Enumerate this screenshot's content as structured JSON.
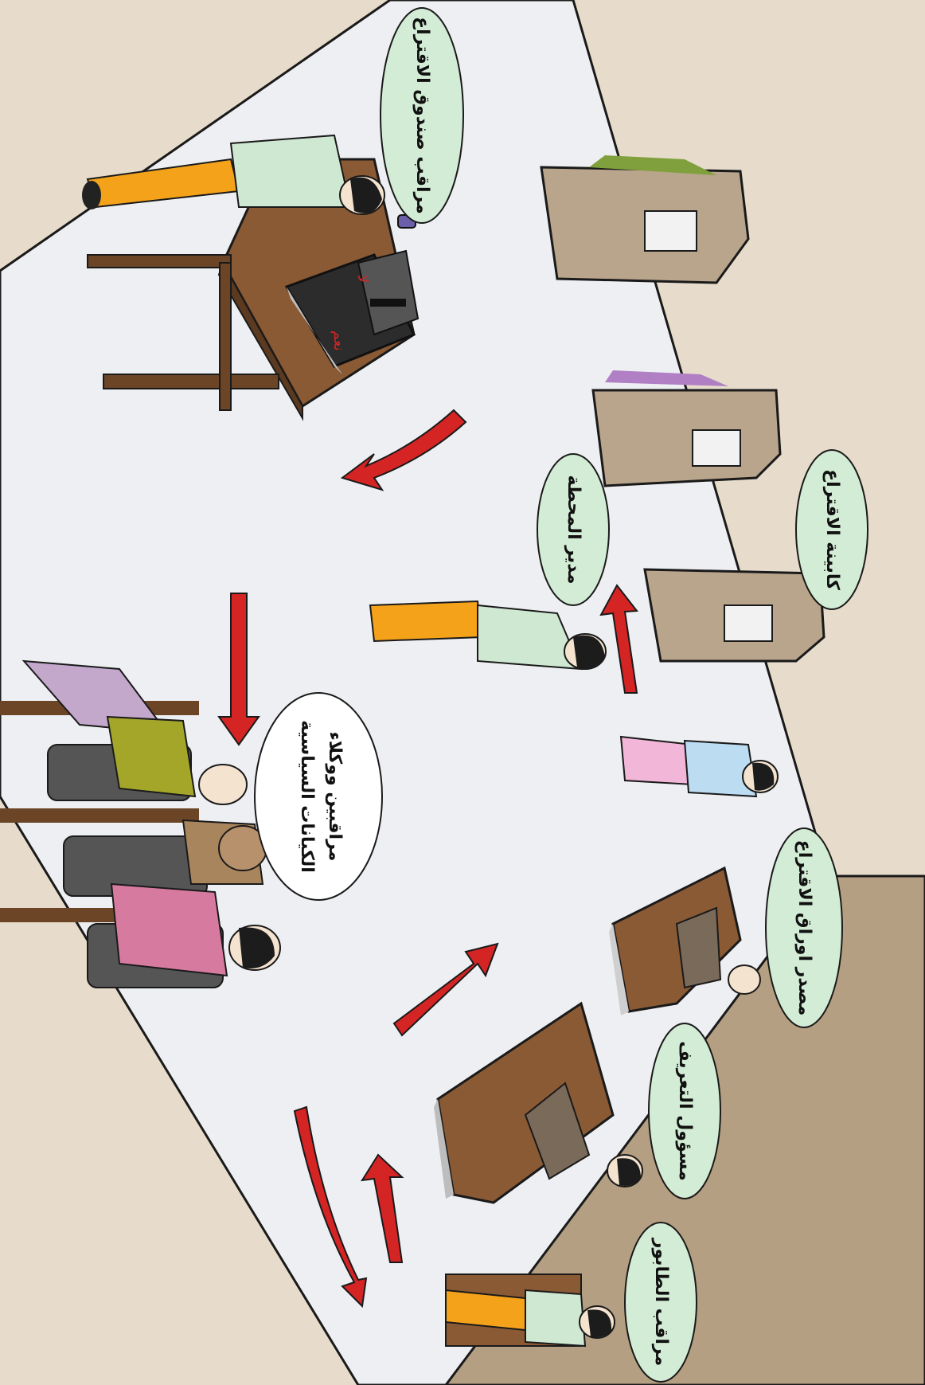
{
  "colors": {
    "wall": "#e7dccb",
    "floor": "#eeeff2",
    "platform": "#b59f83",
    "bubble": "#d3ecd5",
    "arrow": "#d42424",
    "wood": "#6b4526",
    "desk": "#8a5a35",
    "booth": "#b9a48c"
  },
  "labels": {
    "ballot_box_monitor": "مراقب صندوق الاقتراع",
    "voting_booth": "كابينة الاقتراع",
    "station_manager": "مدير المحطة",
    "observers_agents_line1": "مراقبين ووكلاء",
    "observers_agents_line2": "الكيانات السياسية",
    "ballot_issuer": "مصدر اوراق الاقتراع",
    "identification_officer": "مسؤول التعريف",
    "queue_monitor": "مراقب الطابور"
  },
  "ballot_box_marks": [
    "لا",
    "نعم"
  ]
}
